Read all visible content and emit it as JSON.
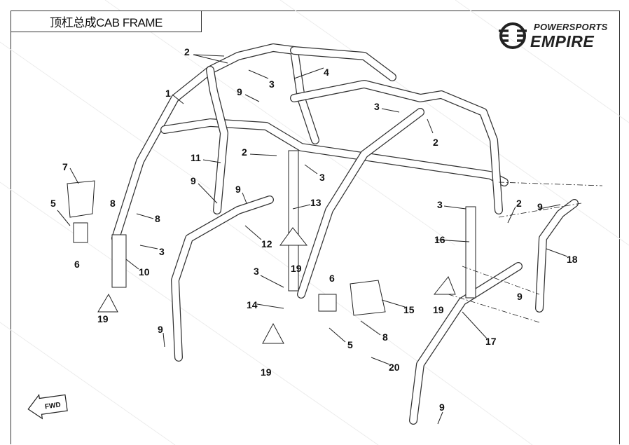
{
  "title": "顶杠总成CAB FRAME",
  "logo": {
    "line1": "POWERSPORTS",
    "line2": "EMPIRE"
  },
  "watermark": "POWERSPORTS EMPIRE",
  "fwd_label": "FWD",
  "callouts": [
    "2",
    "3",
    "4",
    "1",
    "9",
    "3",
    "2",
    "2",
    "3",
    "11",
    "7",
    "9",
    "9",
    "13",
    "5",
    "8",
    "8",
    "12",
    "3",
    "6",
    "10",
    "19",
    "3",
    "2",
    "9",
    "16",
    "18",
    "3",
    "6",
    "14",
    "15",
    "19",
    "19",
    "9",
    "8",
    "5",
    "17",
    "20",
    "19",
    "9",
    "9"
  ]
}
